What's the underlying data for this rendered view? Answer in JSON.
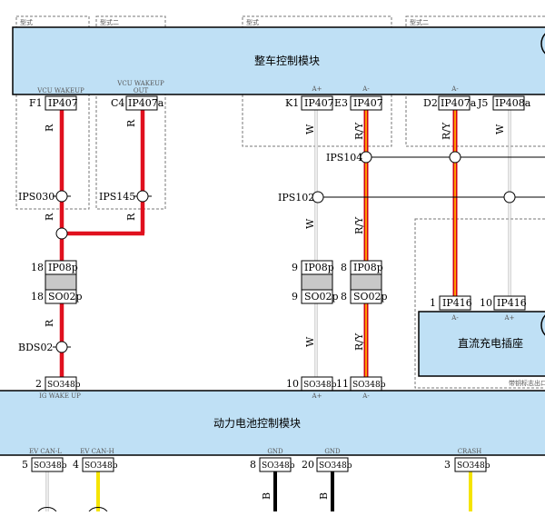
{
  "modules": {
    "vcu": "整车控制模块",
    "bms": "动力电池控制模块",
    "dc_charge": "直流充电插座"
  },
  "tags": {
    "box1": "型式",
    "box2": "型式二",
    "box3": "型式",
    "box4": "型式二",
    "box5": "带钥标志出口"
  },
  "pin_labels": {
    "vcu_wakeup": "VCU WAKEUP",
    "vcu_wakeup_out_l1": "VCU WAKEUP",
    "vcu_wakeup_out_l2": "OUT",
    "a_plus_1": "A+",
    "a_minus_1": "A-",
    "a_minus_2": "A-",
    "a_minus_3": "A-",
    "a_plus_2": "A+",
    "ig_wakeup": "IG WAKE UP",
    "a_plus_3": "A+",
    "a_minus_4": "A-",
    "ev_can_l": "EV CAN-L",
    "ev_can_h": "EV CAN-H",
    "gnd1": "GND",
    "gnd2": "GND",
    "crash": "CRASH"
  },
  "top_pins": [
    {
      "num": "F1",
      "conn": "IP407"
    },
    {
      "num": "C4",
      "conn": "IP407a"
    },
    {
      "num": "K1",
      "conn": "IP407"
    },
    {
      "num": "E3",
      "conn": "IP407"
    },
    {
      "num": "D2",
      "conn": "IP407a"
    },
    {
      "num": "J5",
      "conn": "IP408a"
    }
  ],
  "splices": {
    "ips030": "IPS030",
    "ips145": "IPS145",
    "ips104": "IPS104",
    "ips102": "IPS102",
    "bds02": "BDS02"
  },
  "wire_colors": {
    "r1": "R",
    "r2": "R",
    "r3": "R",
    "r4": "R",
    "r5": "R",
    "w1": "W",
    "w2": "W",
    "w3": "W",
    "w4": "W",
    "ry1": "R/Y",
    "ry2": "R/Y",
    "ry3": "R/Y",
    "ry4": "R/Y",
    "b1": "B",
    "b2": "B"
  },
  "inline": [
    {
      "num": "18",
      "conn": "IP08p"
    },
    {
      "num": "18",
      "conn": "SO02p"
    },
    {
      "num": "9",
      "conn": "IP08p"
    },
    {
      "num": "8",
      "conn": "IP08p"
    },
    {
      "num": "9",
      "conn": "SO02p"
    },
    {
      "num": "8",
      "conn": "SO02p"
    }
  ],
  "charge_pins": [
    {
      "num": "1",
      "conn": "IP416"
    },
    {
      "num": "10",
      "conn": "IP416"
    }
  ],
  "bms_top_pins": [
    {
      "num": "2",
      "conn": "SO348b"
    },
    {
      "num": "10",
      "conn": "SO348b"
    },
    {
      "num": "11",
      "conn": "SO348b"
    }
  ],
  "bms_bottom_pins": [
    {
      "num": "5",
      "conn": "SO348b"
    },
    {
      "num": "4",
      "conn": "SO348b"
    },
    {
      "num": "8",
      "conn": "SO348b"
    },
    {
      "num": "20",
      "conn": "SO348b"
    },
    {
      "num": "3",
      "conn": "SO348b"
    }
  ],
  "colors": {
    "module_fill": "#bfe0f5",
    "red_wire": "#e0101e",
    "orange": "#ff8c00",
    "yellow": "#f5e400",
    "grey_wire": "#b0b0b0",
    "black_wire": "#000000"
  }
}
